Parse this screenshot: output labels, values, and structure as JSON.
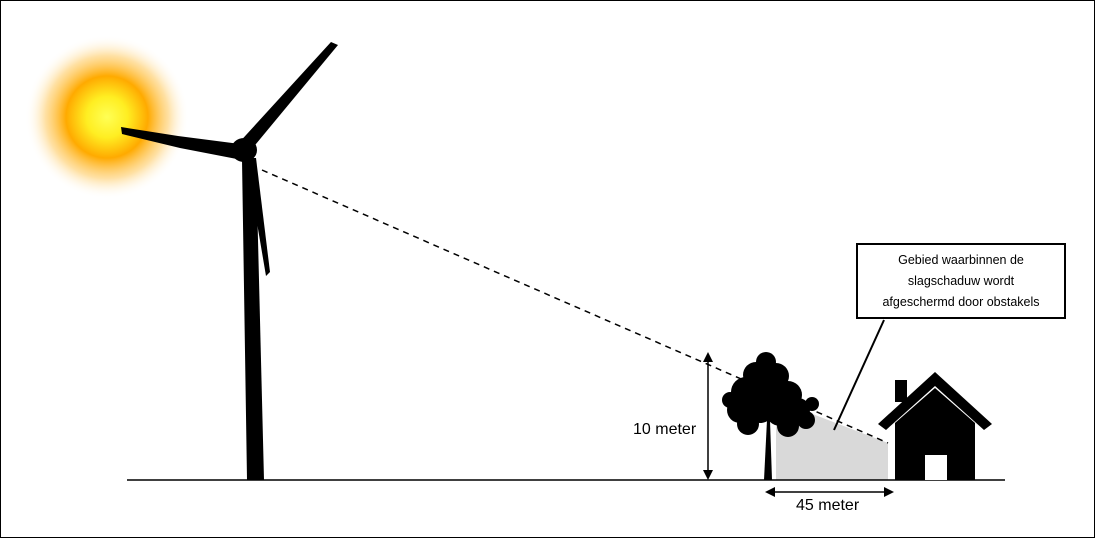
{
  "labels": {
    "height": "10 meter",
    "width": "45 meter"
  },
  "callout": {
    "lines": [
      "Gebied waarbinnen de",
      "slagschaduw wordt",
      "afgeschermd door obstakels"
    ]
  },
  "colors": {
    "sun_core": "#ffff33",
    "sun_glow": "#ff9900",
    "shadow_area": "#d9d9d9",
    "silhouette": "#000000"
  },
  "icons": [
    "sun-icon",
    "wind-turbine-icon",
    "tree-icon",
    "house-icon"
  ]
}
